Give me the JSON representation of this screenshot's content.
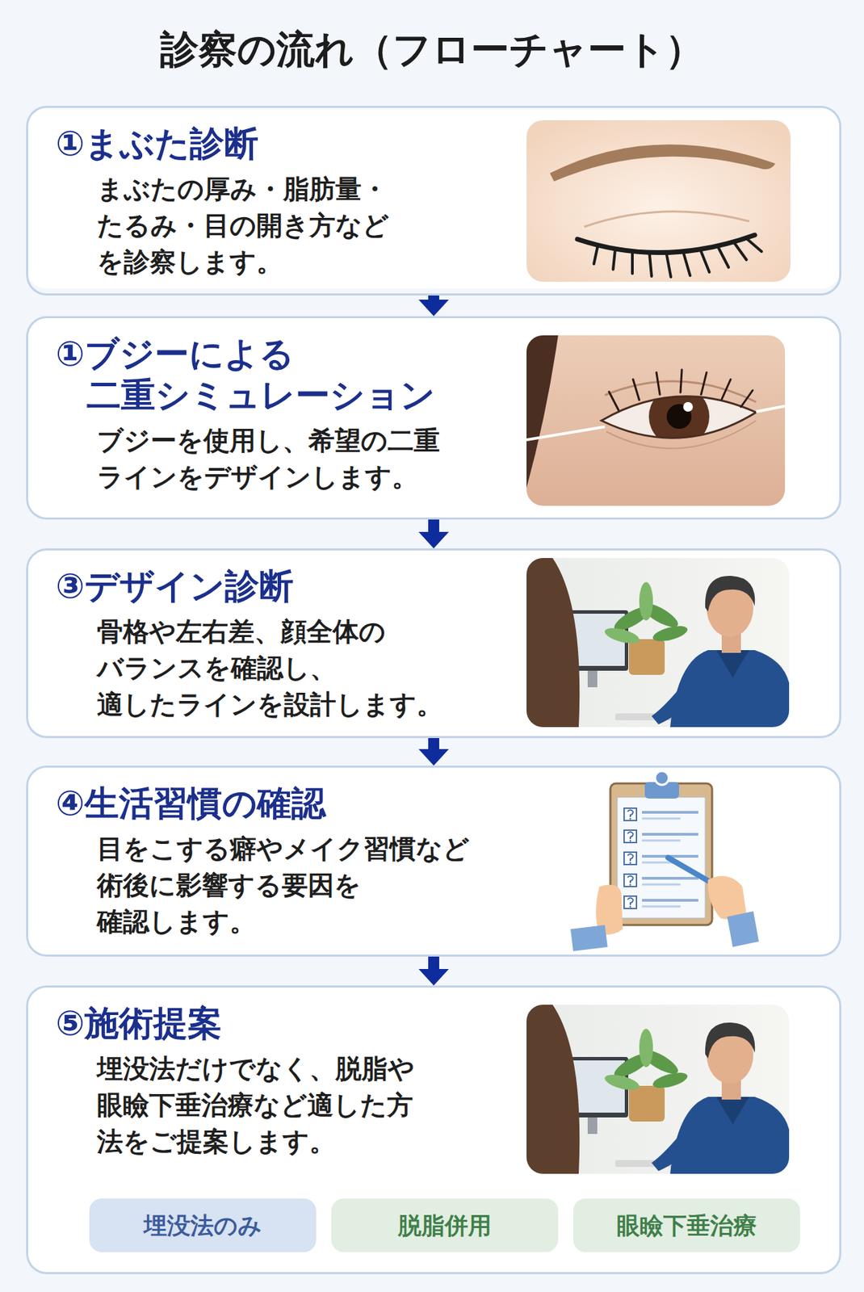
{
  "diagram": {
    "title": "診察の流れ（フローチャート）",
    "nodes": [
      {
        "text": [
          "①まぶた診断",
          "まぶたの厚み・脂肪量・ たるみ・目の開き方など を診察します。"
        ]
      },
      {
        "text": [
          "①ブジーによる 二重シミュレーション",
          "ブジーを使用し、希望の二重 ラインをデザインします。"
        ]
      },
      {
        "text": [
          "③デザイン診断",
          "骨格や左右差、顔全体の バランスを確認し、 適したラインを設計します。"
        ]
      },
      {
        "text": [
          "④生活習慣の確認",
          "目をこする癖やメイク習慣など 術後に影響する要因を 確認します。"
        ]
      },
      {
        "text": [
          "⑤施術提案",
          "埋没法だけでなく、脱脂や 眼瞼下垂治療など適した方 法をご提案します。"
        ]
      },
      {
        "text": [
          "埋没法のみ"
        ],
        "in": 4
      },
      {
        "text": [
          "脱脂併用"
        ],
        "in": 4
      },
      {
        "text": [
          "眼瞼下垂治療"
        ],
        "in": 4
      }
    ],
    "edges": [
      {
        "from": 0,
        "to": 1,
        "arrow": "to"
      },
      {
        "from": 1,
        "to": 2,
        "arrow": "to"
      },
      {
        "from": 2,
        "to": 3,
        "arrow": "to"
      },
      {
        "from": 3,
        "to": 4,
        "arrow": "to"
      }
    ]
  }
}
